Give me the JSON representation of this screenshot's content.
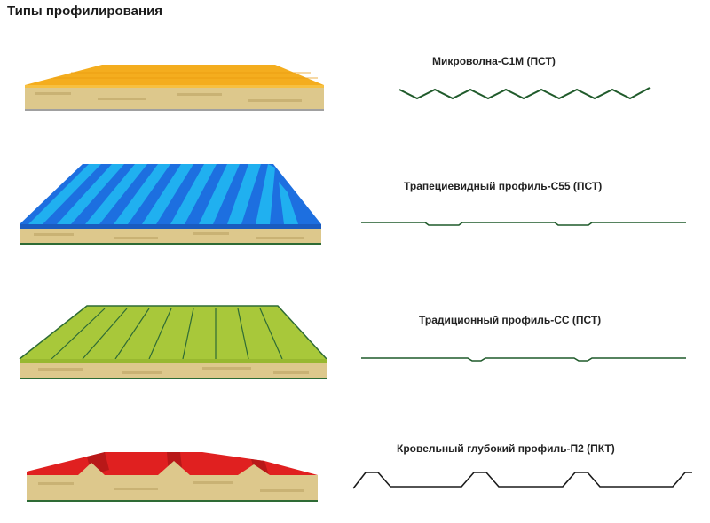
{
  "title": "Типы профилирования",
  "profiles": [
    {
      "label": "Микроволна-С1М (ПСТ)",
      "panel_color": "#f4ad1e",
      "line_color": "#1f5a2a"
    },
    {
      "label": "Трапециевидный профиль-С55 (ПСТ)",
      "panel_color": "#1d6fe0",
      "stripe_color": "#20b0f0",
      "line_color": "#1f5a2a"
    },
    {
      "label": "Традиционный профиль-СС (ПСТ)",
      "panel_color": "#a8c83a",
      "line_color": "#1f5a2a"
    },
    {
      "label": "Кровельный глубокий профиль-П2 (ПКТ)",
      "panel_color": "#e02020",
      "line_color": "#1a1a1a"
    }
  ],
  "colors": {
    "insulation": "#ddc88c",
    "insulation_dark": "#b8a060",
    "edge": "#2e6b35"
  }
}
